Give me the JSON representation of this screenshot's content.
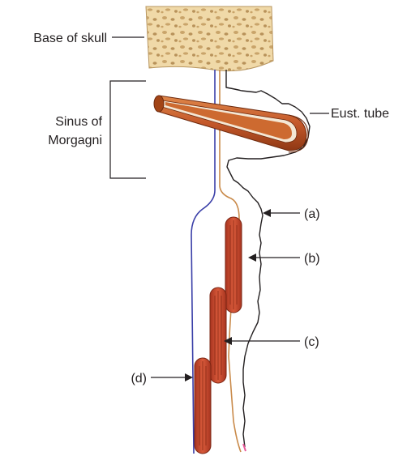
{
  "labels": {
    "base_of_skull": "Base of skull",
    "sinus_line1": "Sinus of",
    "sinus_line2": "Morgagni",
    "eust_tube": "Eust. tube",
    "a": "(a)",
    "b": "(b)",
    "c": "(c)",
    "d": "(d)"
  },
  "colors": {
    "bone": "#f0d9a8",
    "bone_pore": "#c9a46a",
    "tube_outer": "#b84a1f",
    "tube_inner": "#d97a3c",
    "muscle": "#c9492e",
    "muscle_stripe": "#8a2a16",
    "blue_line": "#3a3fa8",
    "tan_line": "#c98a4a",
    "mucosa_line": "#231f20"
  }
}
